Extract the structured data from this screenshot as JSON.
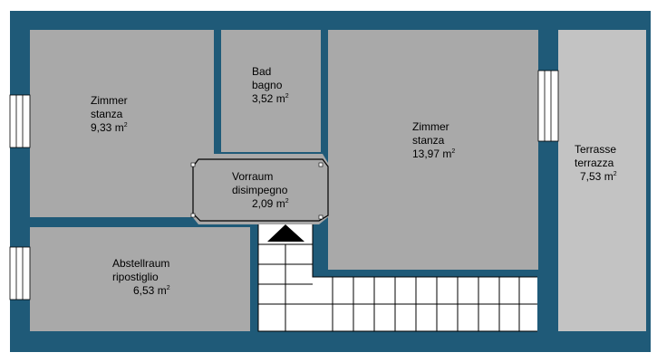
{
  "colors": {
    "wall": "#1f5a78",
    "room": "#a9a9a9",
    "terrace": "#c3c3c3",
    "stairs": "#ffffff",
    "line": "#000000"
  },
  "rooms": {
    "zimmer_left": {
      "name_de": "Zimmer",
      "name_it": "stanza",
      "area": "9,33 m",
      "unit_exp": "2"
    },
    "bad": {
      "name_de": "Bad",
      "name_it": "bagno",
      "area": "3,52 m",
      "unit_exp": "2"
    },
    "vorraum": {
      "name_de": "Vorraum",
      "name_it": "disimpegno",
      "area": "2,09 m",
      "unit_exp": "2"
    },
    "zimmer_right": {
      "name_de": "Zimmer",
      "name_it": "stanza",
      "area": "13,97 m",
      "unit_exp": "2"
    },
    "terrasse": {
      "name_de": "Terrasse",
      "name_it": "terrazza",
      "area": "7,53 m",
      "unit_exp": "2"
    },
    "abstellraum": {
      "name_de": "Abstellraum",
      "name_it": "ripostiglio",
      "area": "6,53 m",
      "unit_exp": "2"
    }
  }
}
